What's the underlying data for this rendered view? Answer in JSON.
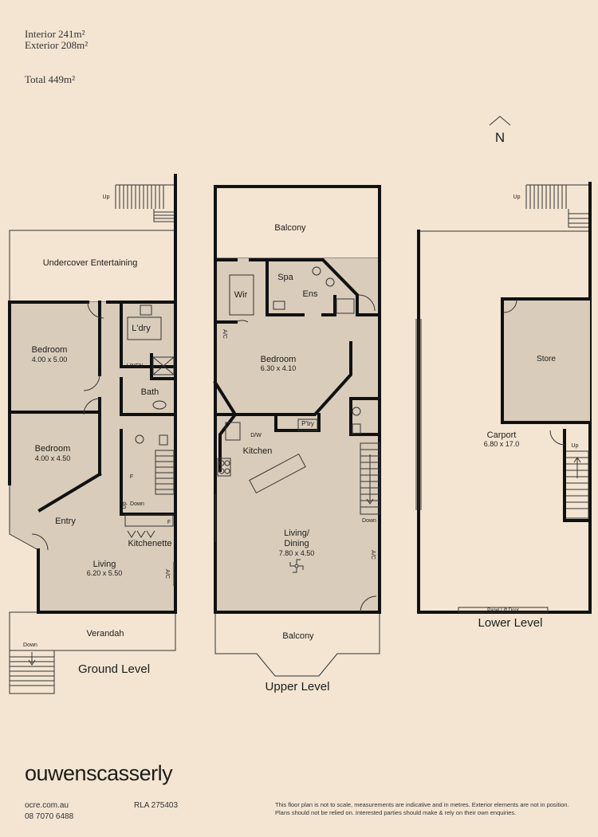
{
  "areas": {
    "interior_label": "Interior",
    "interior_value": "241m²",
    "exterior_label": "Exterior",
    "exterior_value": "208m²",
    "total_label": "Total",
    "total_value": "449m²"
  },
  "north": "N",
  "ground": {
    "title": "Ground Level",
    "up": "Up",
    "undercover": "Undercover Entertaining",
    "ldry": "L'dry",
    "linen": "LINEN",
    "bed1": "Bedroom",
    "bed1_dim": "4.00 x 5.00",
    "bed2": "Bedroom",
    "bed2_dim": "4.00 x 4.50",
    "bath": "Bath",
    "entry": "Entry",
    "kitchenette": "Kitchenette",
    "living": "Living",
    "living_dim": "6.20 x 5.50",
    "ac": "A/C",
    "verandah": "Verandah",
    "down": "Down",
    "f1": "F",
    "f2": "F",
    "up2": "Up",
    "down2": "Down"
  },
  "upper": {
    "title": "Upper Level",
    "balcony_top": "Balcony",
    "spa": "Spa",
    "wir": "Wir",
    "ens": "Ens",
    "ac_left": "A/C",
    "bedroom": "Bedroom",
    "bedroom_dim": "6.30 x 4.10",
    "ptry": "P'try",
    "dw": "D/W",
    "kitchen": "Kitchen",
    "living": "Living/",
    "dining": "Dining",
    "living_dim": "7.80 x 4.50",
    "ac_right": "A/C",
    "down": "Down",
    "balcony_bottom": "Balcony"
  },
  "lower": {
    "title": "Lower Level",
    "up_top": "Up",
    "store": "Store",
    "carport": "Carport",
    "carport_dim": "6.80 x 17.0",
    "up_stair": "Up",
    "panel_lift_door": "Panel Lift Door"
  },
  "brand": {
    "name_a": "ouwens",
    "name_b": "casserly"
  },
  "footer": {
    "website": "ocre.com.au",
    "phone": "08 7070 6488",
    "rla": "RLA 275403",
    "disclaimer": "This floor plan is not to scale, measurements are indicative and in metres. Exterior elements are not in position. Plans should not be relied on. Interested parties should make & rely on their own enquiries."
  }
}
